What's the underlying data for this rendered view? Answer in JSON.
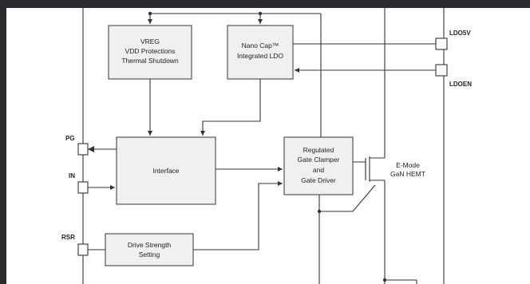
{
  "colors": {
    "frame": "#2b2b2f",
    "paper": "#ffffff",
    "block_fill": "#f0f0f0",
    "line": "#333333"
  },
  "blocks": {
    "vreg": [
      "VREG",
      "VDD Protections",
      "Thermal Shutdown"
    ],
    "ldo": [
      "Nano Cap™",
      "Integrated LDO"
    ],
    "interface": [
      "Interface"
    ],
    "gate_driver": [
      "Regulated",
      "Gate Clamper",
      "and",
      "Gate  Driver"
    ],
    "drive_strength": [
      "Drive Strength",
      "Setting"
    ],
    "hemt": [
      "E-Mode",
      "GaN HEMT"
    ]
  },
  "pins": {
    "pg": "PG",
    "in": "IN",
    "rsr": "RSR",
    "ldo5v": "LDO5V",
    "ldoen": "LDOEN"
  }
}
